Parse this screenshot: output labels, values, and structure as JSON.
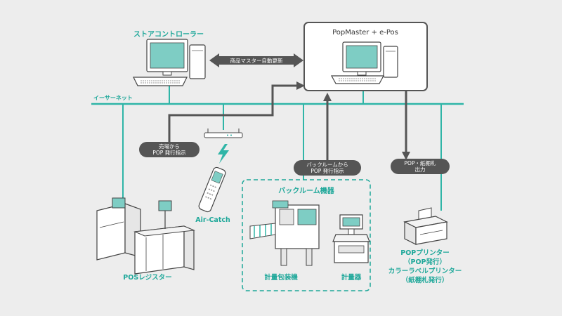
{
  "colors": {
    "teal": "#1fa89a",
    "line": "#2fb5a7",
    "arrow": "#555555",
    "pill": "#555555",
    "screen": "#7ecdc4",
    "background": "#ededed"
  },
  "labels": {
    "store_controller": "ストアコントローラー",
    "popmaster": "PopMaster + e-Pos",
    "sync_arrow": "商品マスター自動更新",
    "ethernet": "イーサーネット",
    "sales_instr_1": "売場から",
    "sales_instr_2": "POP 発行指示",
    "backroom_instr_1": "バックルームから",
    "backroom_instr_2": "POP 発行指示",
    "pop_out_1": "POP・紙棚札",
    "pop_out_2": "出力",
    "backroom_devices": "バックルーム機器",
    "air_catch": "Air-Catch",
    "pos_register": "POSレジスター",
    "weigh_pack": "計量包装機",
    "scale": "計量器",
    "pop_printer_1": "POPプリンター",
    "pop_printer_2": "（POP発行）",
    "pop_printer_3": "カラーラベルプリンター",
    "pop_printer_4": "（紙棚札発行）"
  },
  "icons": {
    "store_controller_pc": "desktop-pc-icon",
    "popmaster_pc": "desktop-pc-icon",
    "wireless_router": "wireless-router-icon",
    "wireless_signal": "lightning-bolt-icon",
    "handheld": "handheld-terminal-icon",
    "pos": "pos-register-icon",
    "weigh_pack": "weigh-packing-machine-icon",
    "scale": "scale-icon",
    "printer": "printer-icon"
  }
}
